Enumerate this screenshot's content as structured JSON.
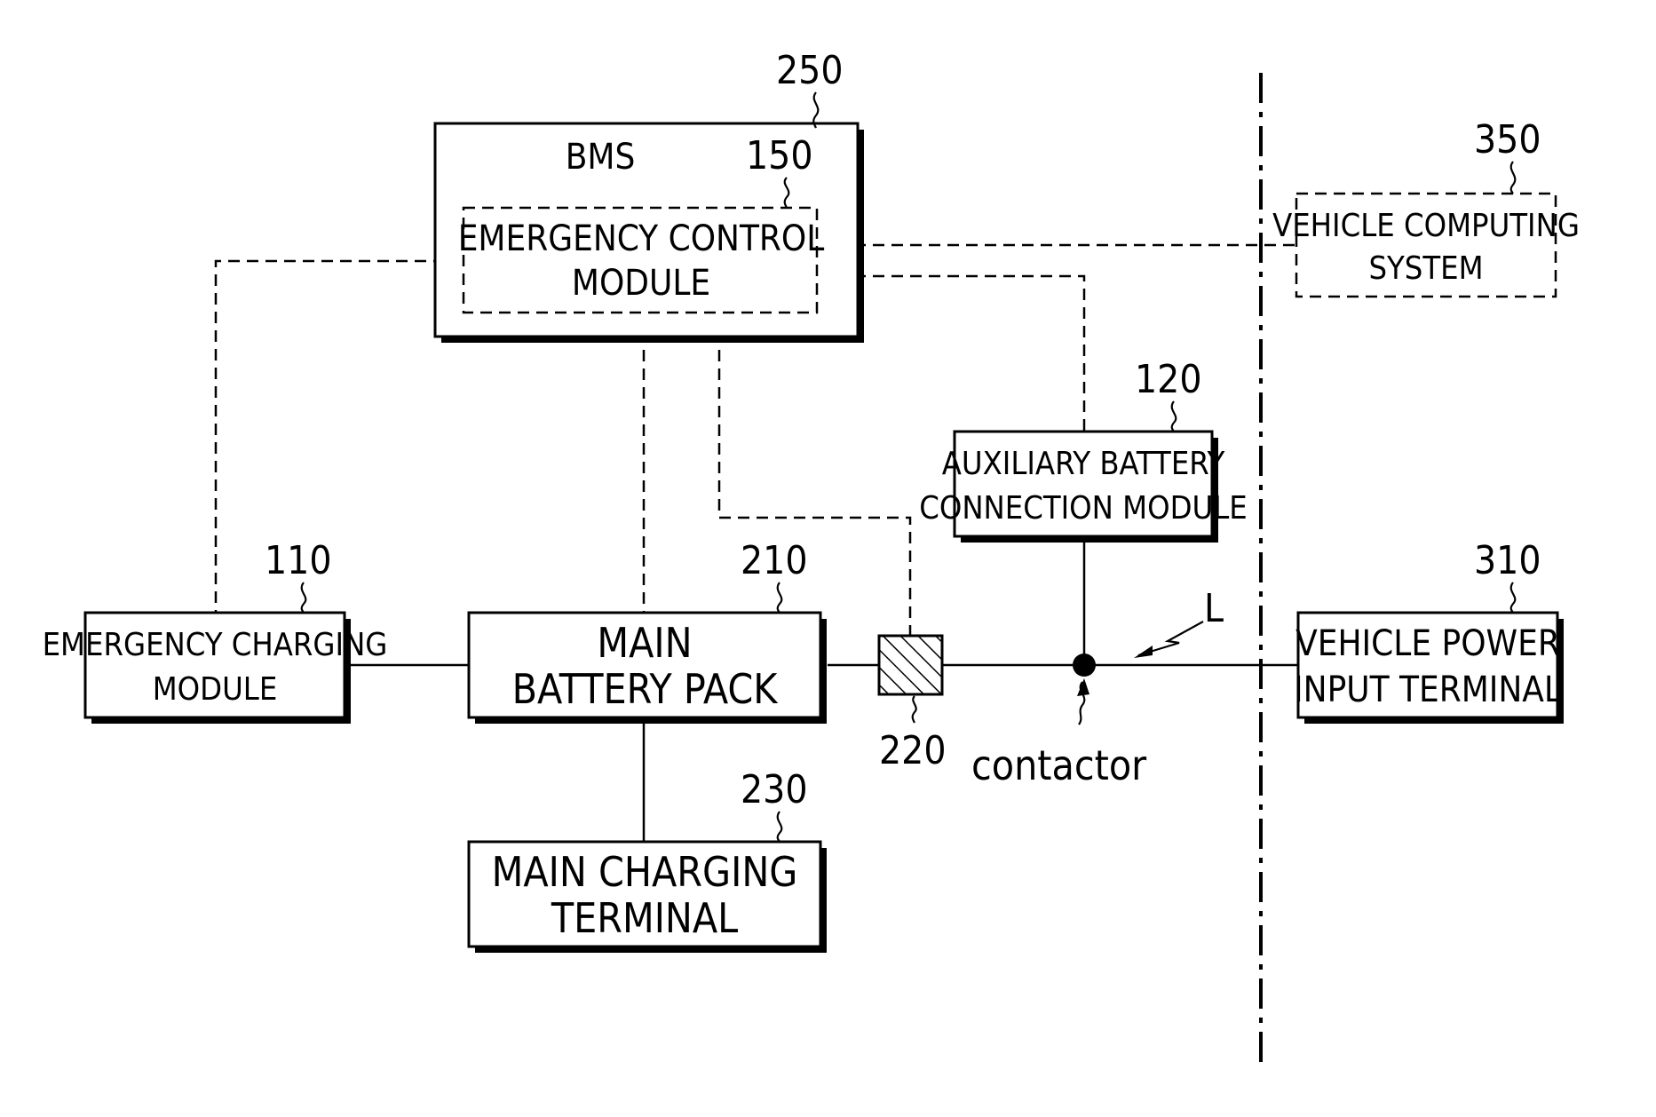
{
  "bms": {
    "ref": "250",
    "label": "BMS"
  },
  "emergency_control": {
    "ref": "150",
    "line1": "EMERGENCY CONTROL",
    "line2": "MODULE"
  },
  "vehicle_computing": {
    "ref": "350",
    "line1": "VEHICLE COMPUTING",
    "line2": "SYSTEM"
  },
  "auxiliary_battery": {
    "ref": "120",
    "line1": "AUXILIARY BATTERY",
    "line2": "CONNECTION MODULE"
  },
  "emergency_charging": {
    "ref": "110",
    "line1": "EMERGENCY CHARGING",
    "line2": "MODULE"
  },
  "main_battery": {
    "ref": "210",
    "line1": "MAIN",
    "line2": "BATTERY PACK"
  },
  "fuse": {
    "ref": "220"
  },
  "main_charging": {
    "ref": "230",
    "line1": "MAIN CHARGING",
    "line2": "TERMINAL"
  },
  "vehicle_power": {
    "ref": "310",
    "line1": "VEHICLE POWER",
    "line2": "INPUT TERMINAL"
  },
  "contactor": {
    "label": "contactor"
  },
  "line_label": "L"
}
